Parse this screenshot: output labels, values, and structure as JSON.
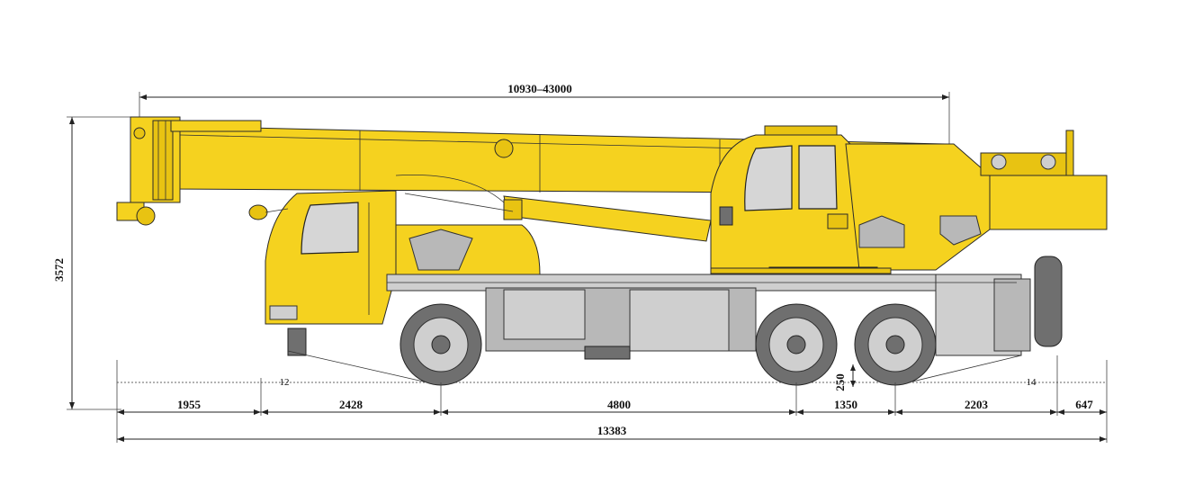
{
  "dimensions": {
    "boom_length": "10930–43000",
    "overall_height": "3572",
    "front_overhang": "1955",
    "wheelbase_1": "2428",
    "wheelbase_2": "4800",
    "tandem_spacing": "1350",
    "rear_to_outrigger": "2203",
    "rear_overhang": "647",
    "overall_length": "13383",
    "ground_clearance": "250",
    "approach_angle": "12",
    "departure_angle": "14"
  }
}
